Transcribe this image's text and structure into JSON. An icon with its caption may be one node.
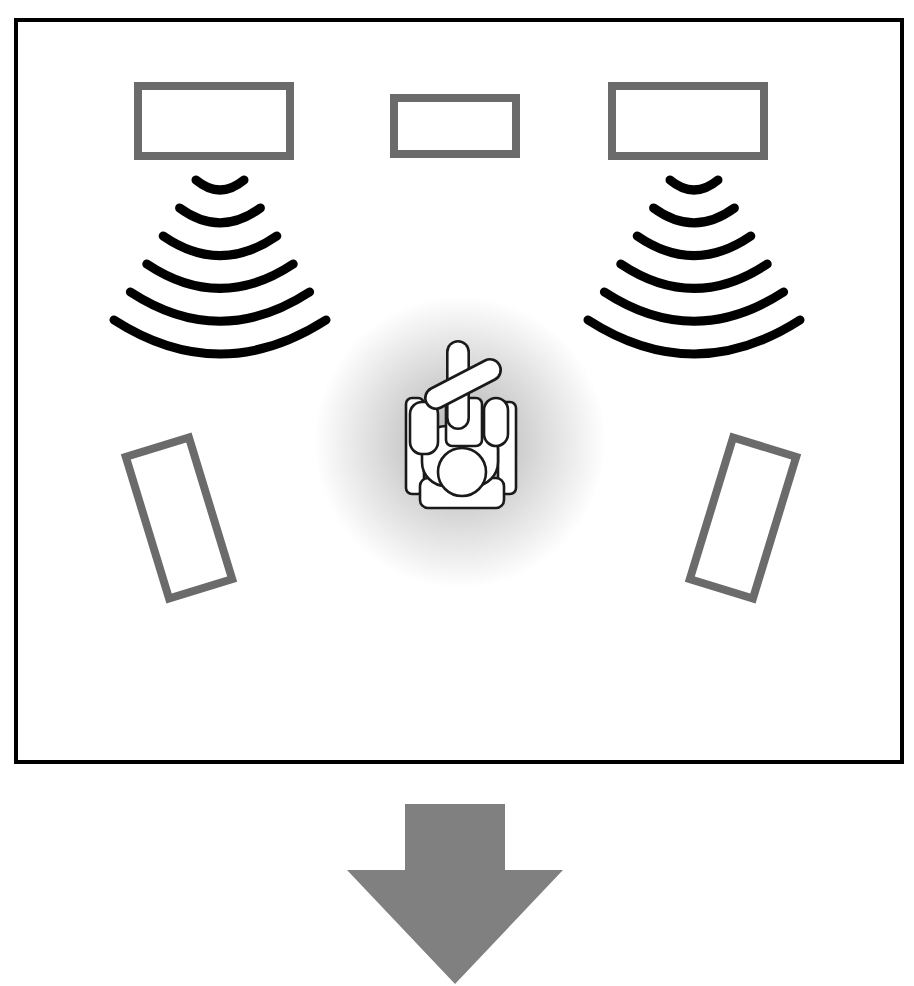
{
  "diagram": {
    "nodes": [
      {
        "text": [],
        "shape": "box"
      },
      {
        "text": [],
        "shape": "box",
        "in": 0
      },
      {
        "text": [],
        "shape": "box",
        "in": 0
      },
      {
        "text": [],
        "shape": "box",
        "in": 0
      },
      {
        "text": [],
        "shape": "picture",
        "in": 0
      },
      {
        "text": [],
        "shape": "box",
        "in": 0
      },
      {
        "text": [],
        "shape": "box",
        "in": 0
      }
    ]
  }
}
